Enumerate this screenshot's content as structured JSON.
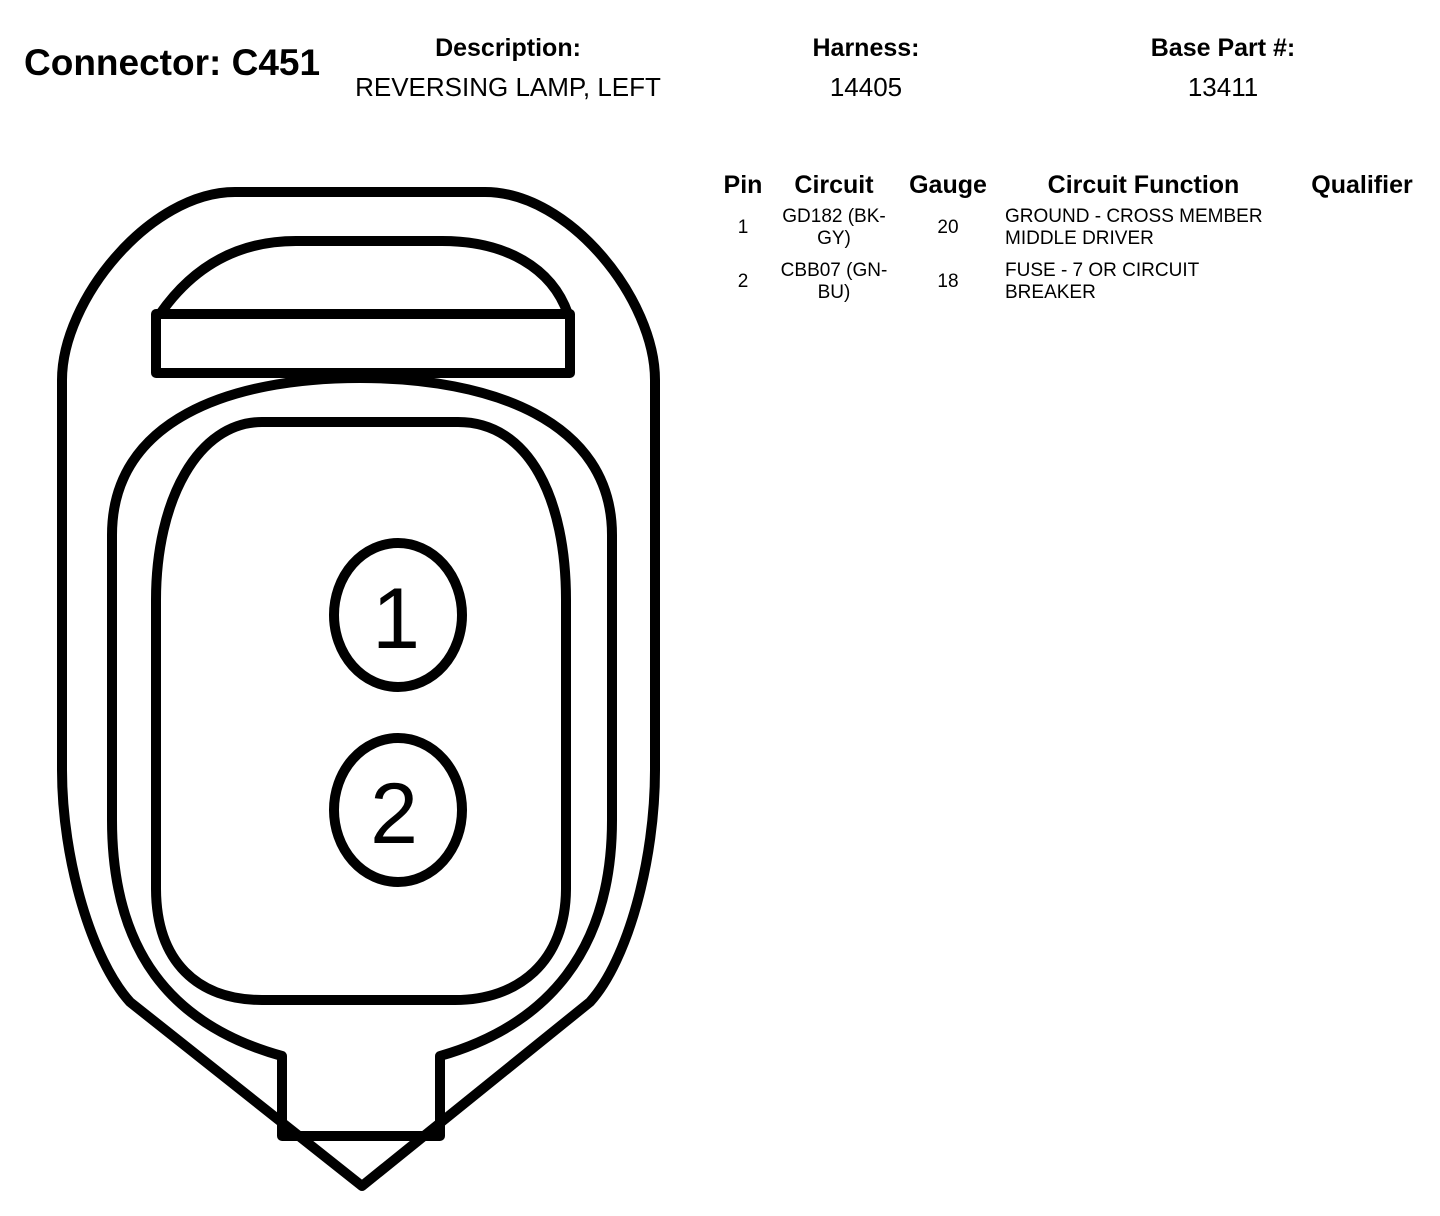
{
  "header": {
    "connector_title": "Connector: C451",
    "description_label": "Description:",
    "description_value": "REVERSING LAMP, LEFT",
    "harness_label": "Harness:",
    "harness_value": "14405",
    "base_part_label": "Base Part #:",
    "base_part_value": "13411"
  },
  "diagram": {
    "pins": [
      {
        "label": "1"
      },
      {
        "label": "2"
      }
    ]
  },
  "table": {
    "columns": [
      "Pin",
      "Circuit",
      "Gauge",
      "Circuit Function",
      "Qualifier"
    ],
    "rows": [
      {
        "pin": "1",
        "circuit": "GD182 (BK-GY)",
        "gauge": "20",
        "function": "GROUND - CROSS MEMBER MIDDLE DRIVER",
        "qualifier": ""
      },
      {
        "pin": "2",
        "circuit": "CBB07 (GN-BU)",
        "gauge": "18",
        "function": "FUSE - 7 OR CIRCUIT BREAKER",
        "qualifier": ""
      }
    ]
  }
}
